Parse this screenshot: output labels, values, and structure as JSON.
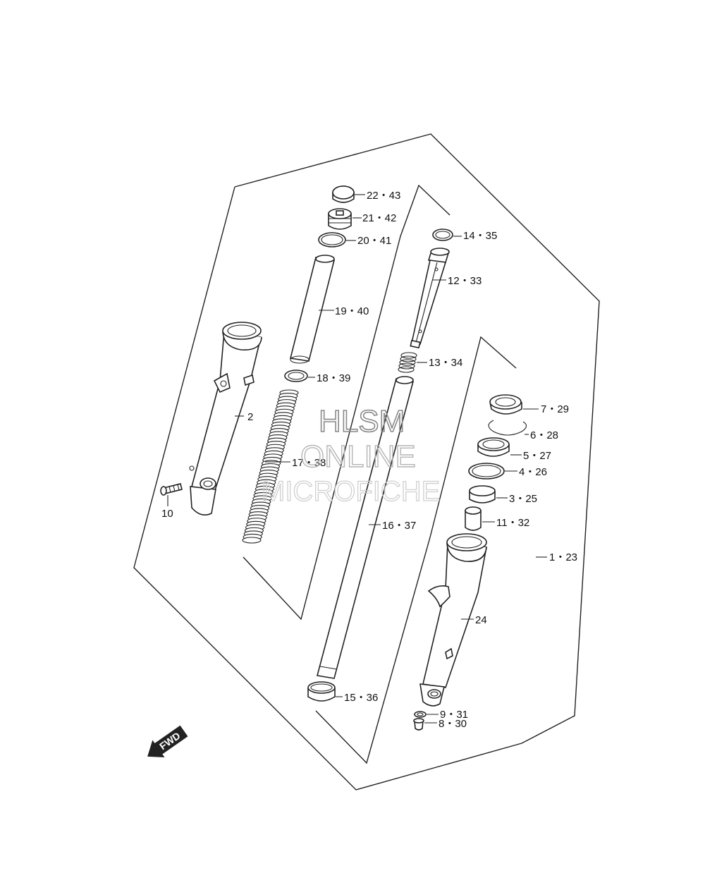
{
  "labels": {
    "p22_43": "22・43",
    "p21_42": "21・42",
    "p20_41": "20・41",
    "p19_40": "19・40",
    "p18_39": "18・39",
    "p17_38": "17・38",
    "p2": "2",
    "p10": "10",
    "p14_35": "14・35",
    "p12_33": "12・33",
    "p13_34": "13・34",
    "p16_37": "16・37",
    "p15_36": "15・36",
    "p7_29": "7・29",
    "p6_28": "6・28",
    "p5_27": "5・27",
    "p4_26": "4・26",
    "p3_25": "3・25",
    "p11_32": "11・32",
    "p1_23": "1・23",
    "p24": "24",
    "p9_31": "9・31",
    "p8_30": "8・30"
  },
  "watermark": {
    "line1": "HLSM",
    "line2": "ONLINE",
    "line3": "MICROFICHE"
  },
  "fwd_arrow": {
    "label": "FWD",
    "icon": "fwd-arrow-icon"
  },
  "colors": {
    "line": "#222222",
    "background": "#ffffff",
    "watermark": "#9a9a9a"
  }
}
